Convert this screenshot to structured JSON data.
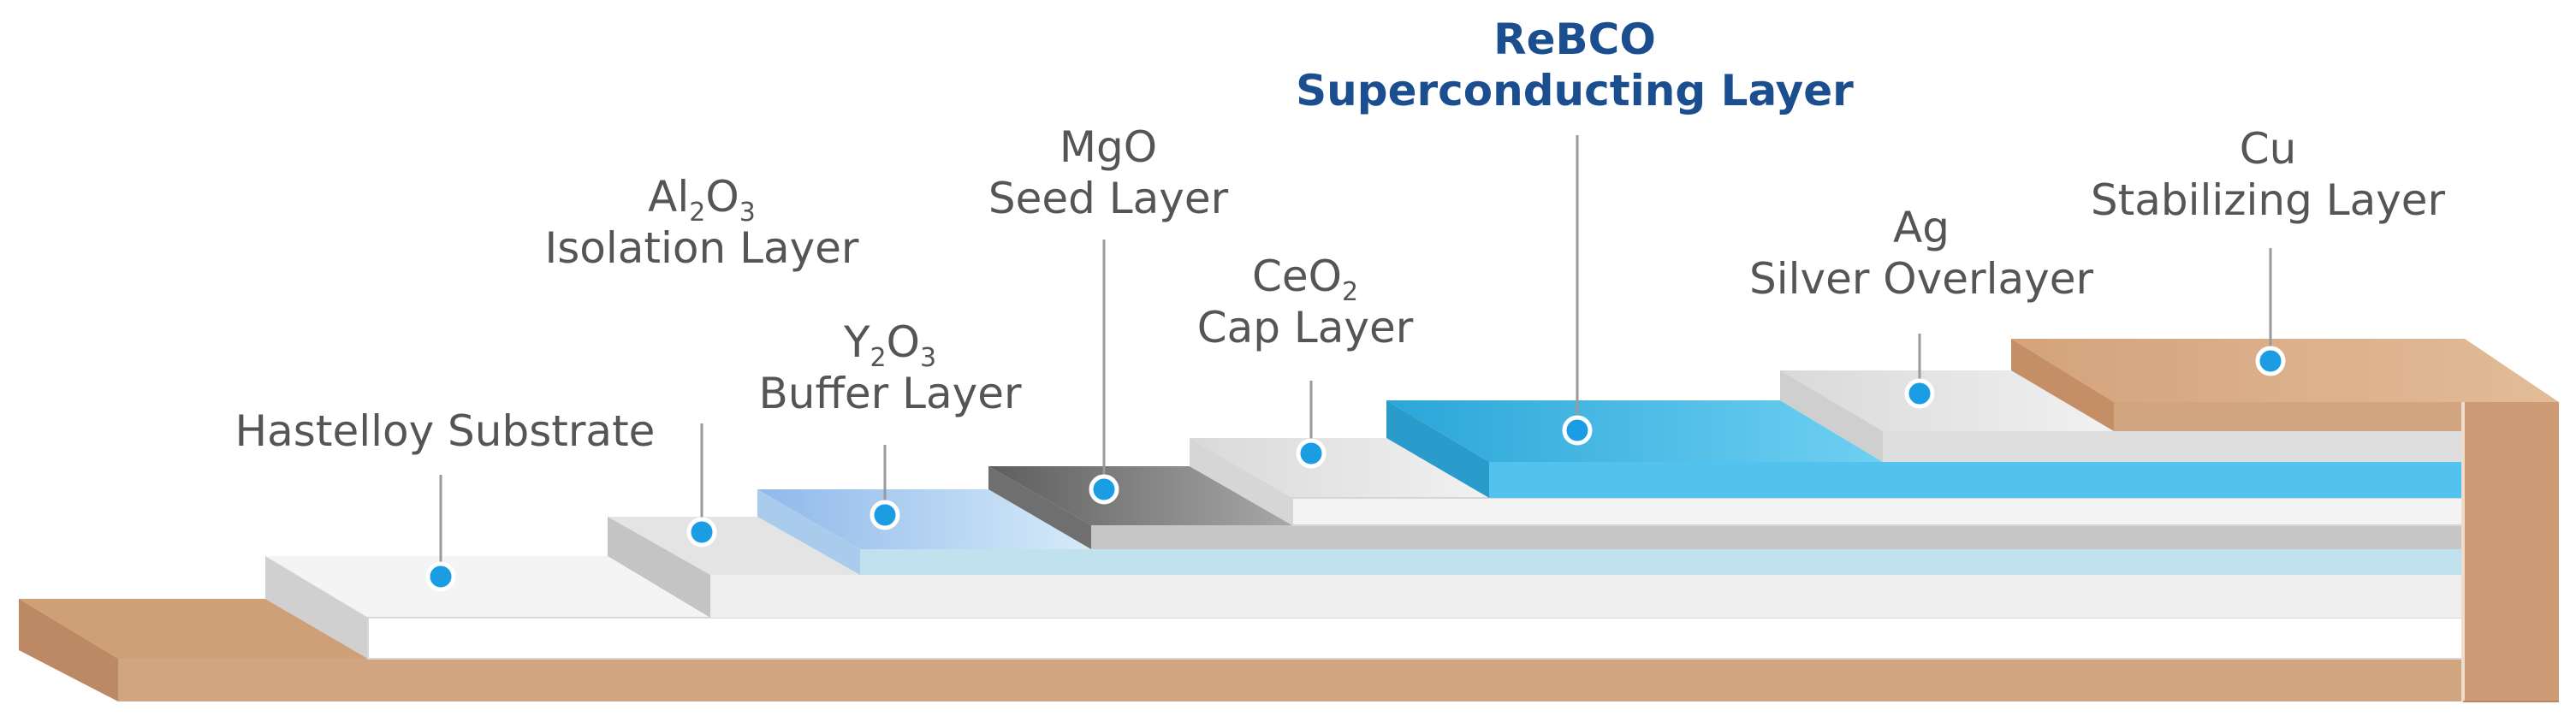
{
  "labels": {
    "hastelloy": {
      "line1": "Hastelloy Substrate"
    },
    "al2o3": {
      "formula": {
        "e1": "Al",
        "s1": "2",
        "e2": "O",
        "s2": "3"
      },
      "line2": "Isolation Layer"
    },
    "y2o3": {
      "formula": {
        "e1": "Y",
        "s1": "2",
        "e2": "O",
        "s2": "3"
      },
      "line2": "Buffer Layer"
    },
    "mgo": {
      "line1": "MgO",
      "line2": "Seed Layer"
    },
    "ceo2": {
      "formula": {
        "e1": "CeO",
        "s1": "2"
      },
      "line2": "Cap Layer"
    },
    "rebco": {
      "line1": "ReBCO",
      "line2": "Superconducting Layer"
    },
    "ag": {
      "line1": "Ag",
      "line2": "Silver Overlayer"
    },
    "cu": {
      "line1": "Cu",
      "line2": "Stabilizing Layer"
    }
  },
  "colors": {
    "copper": "#d1a57f",
    "copper_dark": "#b8865f",
    "rebco_blue": "#35b6e6",
    "marker": "#1a9de3",
    "label_gray": "#555555",
    "highlight_blue": "#1b4e8f"
  }
}
